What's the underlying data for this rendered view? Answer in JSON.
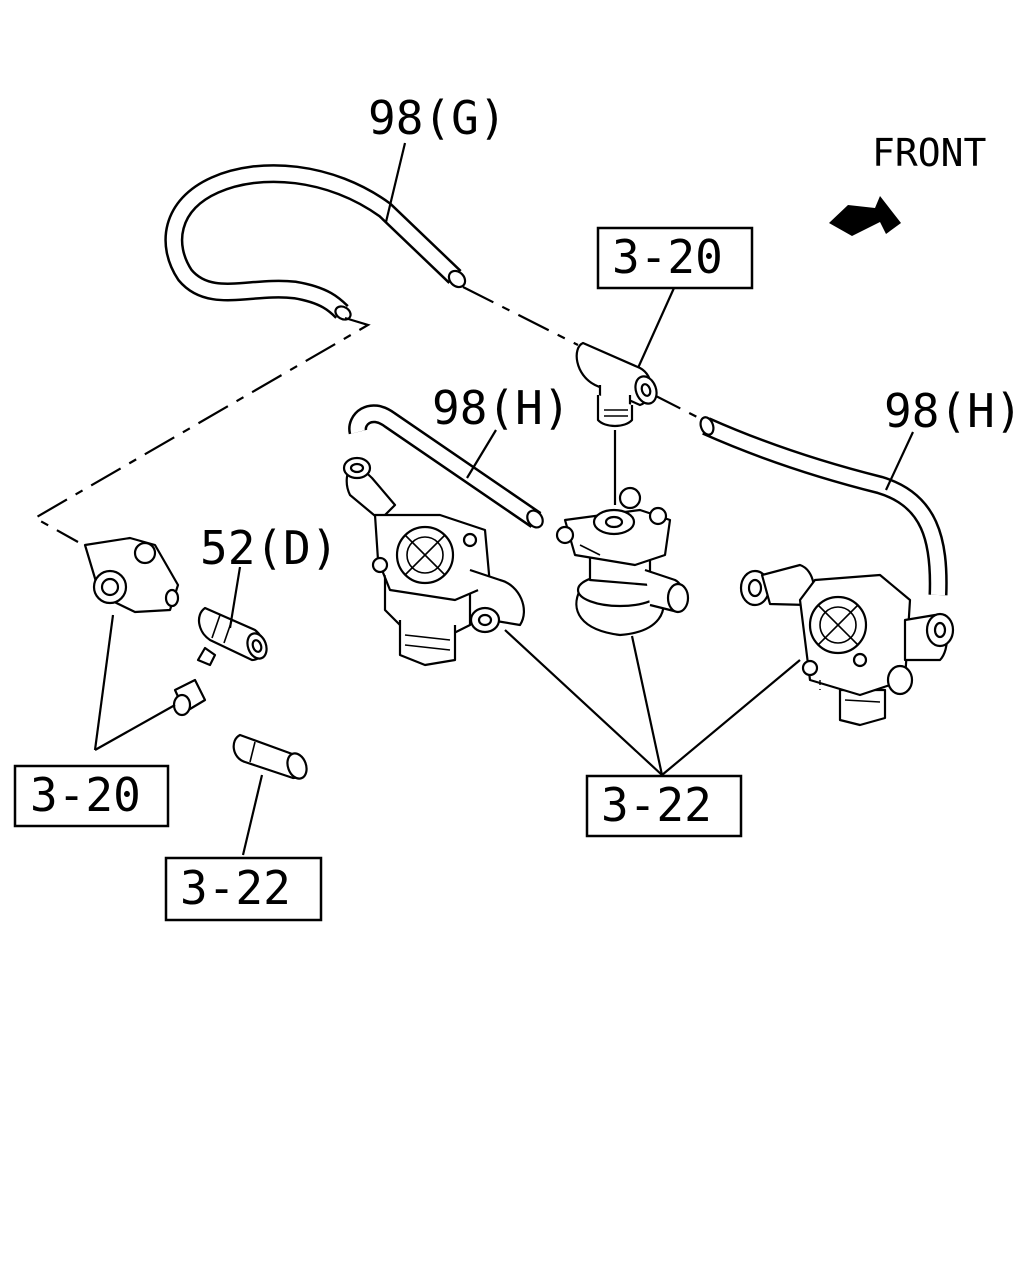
{
  "orientation": {
    "label": "FRONT"
  },
  "labels": {
    "hose_g": "98(G)",
    "hose_h_center": "98(H)",
    "hose_h_right": "98(H)",
    "fitting_d": "52(D)",
    "box_top_320": "3-20",
    "box_left_320": "3-20",
    "box_left_322": "3-22",
    "box_center_322": "3-22"
  }
}
